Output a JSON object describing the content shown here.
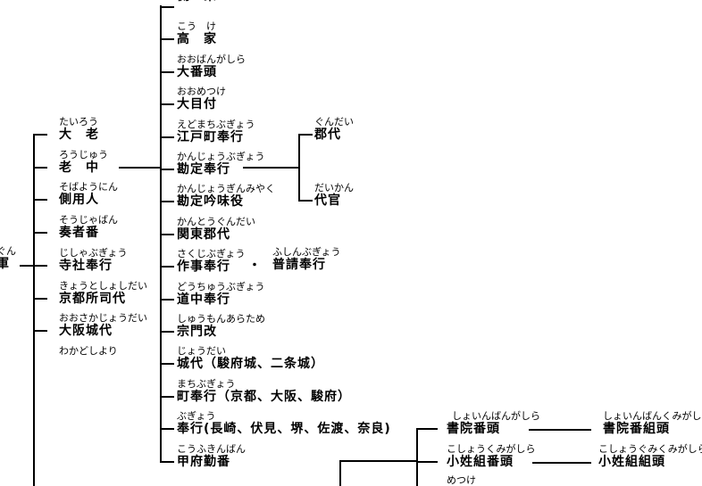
{
  "root": {
    "ruby": "ぐん",
    "label": "軍"
  },
  "left_column": [
    {
      "ruby": "たいろう",
      "label": "大　老"
    },
    {
      "ruby": "ろうじゅう",
      "label": "老　中"
    },
    {
      "ruby": "そばようにん",
      "label": "側用人"
    },
    {
      "ruby": "そうじゃばん",
      "label": "奏者番"
    },
    {
      "ruby": "じしゃぶぎょう",
      "label": "寺社奉行"
    },
    {
      "ruby": "きょうとしょしだい",
      "label": "京都所司代"
    },
    {
      "ruby": "おおさかじょうだい",
      "label": "大阪城代"
    },
    {
      "ruby": "わかどしより",
      "label": ""
    }
  ],
  "roju_column": [
    {
      "ruby": "",
      "label": "側　衆"
    },
    {
      "ruby": "こう　け",
      "label": "高　家"
    },
    {
      "ruby": "おおばんがしら",
      "label": "大番頭"
    },
    {
      "ruby": "おおめつけ",
      "label": "大目付"
    },
    {
      "ruby": "えどまちぶぎょう",
      "label": "江戸町奉行"
    },
    {
      "ruby": "かんじょうぶぎょう",
      "label": "勘定奉行"
    },
    {
      "ruby": "かんじょうぎんみやく",
      "label": "勘定吟味役"
    },
    {
      "ruby": "かんとうぐんだい",
      "label": "関東郡代"
    },
    {
      "ruby": "さくじぶぎょう",
      "label": "作事奉行"
    },
    {
      "ruby": "どうちゅうぶぎょう",
      "label": "道中奉行"
    },
    {
      "ruby": "しゅうもんあらため",
      "label": "宗門改"
    },
    {
      "ruby": "じょうだい",
      "label": "城代（駿府城、二条城）"
    },
    {
      "ruby": "まちぶぎょう",
      "label": "町奉行（京都、大阪、駿府）"
    },
    {
      "ruby": "ぶぎょう",
      "label": "奉行(長崎、伏見、堺、佐渡、奈良)"
    },
    {
      "ruby": "こうふきんばん",
      "label": "甲府勤番"
    }
  ],
  "fushin": {
    "separator": "・",
    "ruby": "ふしんぶぎょう",
    "label": "普請奉行"
  },
  "kanjo_children": [
    {
      "ruby": "ぐんだい",
      "label": "郡代"
    },
    {
      "ruby": "だいかん",
      "label": "代官"
    }
  ],
  "wakadoshiyori_column": [
    {
      "ruby": "しょいんばんがしら",
      "label": "書院番頭",
      "child": {
        "ruby": "しょいんばんくみがしら",
        "label": "書院番組頭"
      }
    },
    {
      "ruby": "こしょうくみがしら",
      "label": "小姓組番頭",
      "child": {
        "ruby": "こしょうぐみくみがしら",
        "label": "小姓組組頭"
      }
    },
    {
      "ruby": "めつけ",
      "label": ""
    }
  ]
}
